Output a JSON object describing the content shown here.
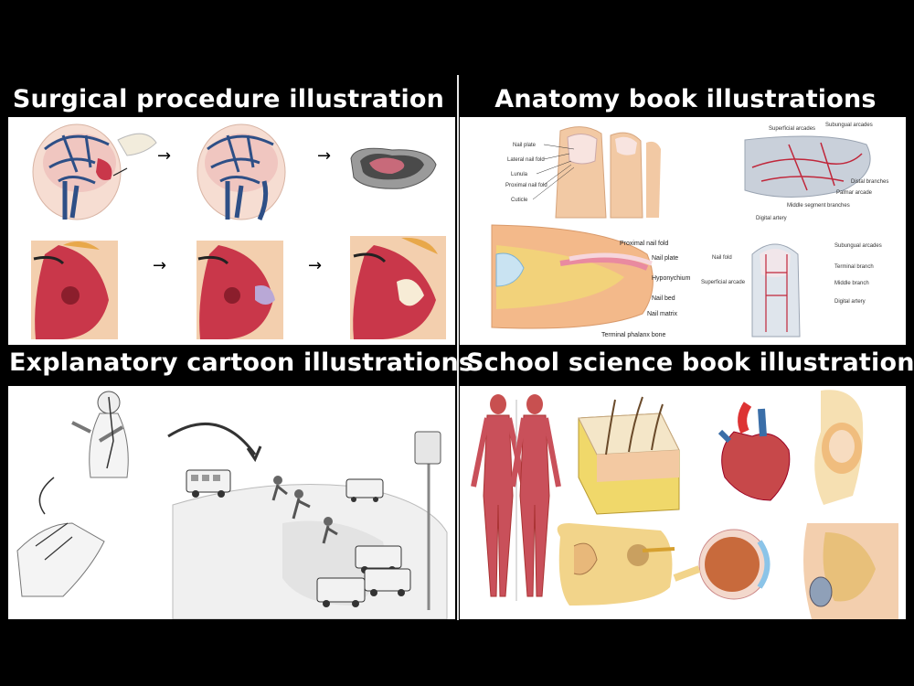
{
  "quadrants": {
    "surgical": {
      "title": "Surgical procedure illustration"
    },
    "anatomy": {
      "title": "Anatomy book illustrations",
      "toe_labels": [
        "Nail plate",
        "Lateral nail fold",
        "Lunula",
        "Proximal nail fold",
        "Cuticle"
      ],
      "finger_labels": [
        "Proximal nail fold",
        "Nail plate",
        "Hyponychium",
        "Nail bed",
        "Nail matrix",
        "Terminal phalanx bone"
      ],
      "hand_labels": [
        "Superficial arcades",
        "Subungual arcades",
        "Distal branches",
        "Palmar arcade",
        "Middle segment branches",
        "Digital artery"
      ],
      "finger2_labels": [
        "Nail fold",
        "Subungual arcades",
        "Terminal branch",
        "Superficial arcade",
        "Middle branch",
        "Digital artery"
      ]
    },
    "cartoon": {
      "title": "Explanatory  cartoon illustrations"
    },
    "science": {
      "title": "School science book illustrations"
    }
  },
  "colors": {
    "background": "#000000",
    "panel": "#ffffff",
    "vein": "#2e4f86",
    "tissue": "#c9374a",
    "skin": "#f3cfae"
  }
}
